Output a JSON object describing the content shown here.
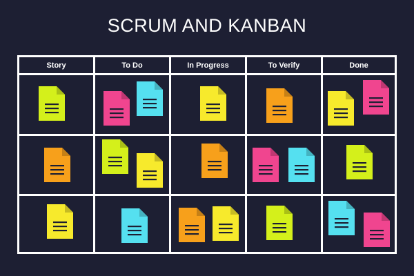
{
  "title": "SCRUM AND KANBAN",
  "columns": [
    "Story",
    "To Do",
    "In Progress",
    "To Verify",
    "Done"
  ],
  "colors": {
    "background": "#1d1f33",
    "grid": "#ffffff",
    "lime": "#d4f01b",
    "pink": "#f0458f",
    "cyan": "#55e0f0",
    "yellow": "#f7ea2c",
    "orange": "#f7a01b"
  },
  "cards": [
    {
      "color": "lime",
      "column": "Story",
      "row": 1
    },
    {
      "color": "pink",
      "column": "To Do",
      "row": 1
    },
    {
      "color": "cyan",
      "column": "To Do",
      "row": 1
    },
    {
      "color": "yellow",
      "column": "In Progress",
      "row": 1
    },
    {
      "color": "orange",
      "column": "To Verify",
      "row": 1
    },
    {
      "color": "yellow",
      "column": "Done",
      "row": 1
    },
    {
      "color": "pink",
      "column": "Done",
      "row": 1
    },
    {
      "color": "orange",
      "column": "Story",
      "row": 2
    },
    {
      "color": "lime",
      "column": "To Do",
      "row": 2
    },
    {
      "color": "yellow",
      "column": "To Do",
      "row": 2
    },
    {
      "color": "orange",
      "column": "In Progress",
      "row": 2
    },
    {
      "color": "pink",
      "column": "To Verify",
      "row": 2
    },
    {
      "color": "cyan",
      "column": "To Verify",
      "row": 2
    },
    {
      "color": "lime",
      "column": "Done",
      "row": 2
    },
    {
      "color": "yellow",
      "column": "Story",
      "row": 3
    },
    {
      "color": "cyan",
      "column": "To Do",
      "row": 3
    },
    {
      "color": "orange",
      "column": "In Progress",
      "row": 3
    },
    {
      "color": "yellow",
      "column": "In Progress",
      "row": 3
    },
    {
      "color": "lime",
      "column": "To Verify",
      "row": 3
    },
    {
      "color": "cyan",
      "column": "Done",
      "row": 3
    },
    {
      "color": "pink",
      "column": "Done",
      "row": 3
    }
  ]
}
